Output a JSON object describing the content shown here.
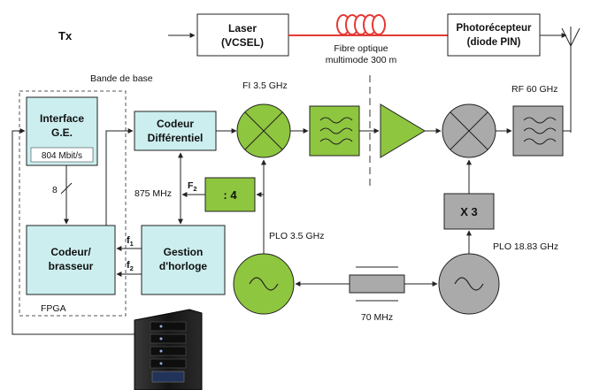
{
  "labels": {
    "tx": "Tx",
    "laser_line1": "Laser",
    "laser_line2": "(VCSEL)",
    "fiber_line1": "Fibre optique",
    "fiber_line2": "multimode 300 m",
    "photo_line1": "Photorécepteur",
    "photo_line2": "(diode PIN)",
    "baseband": "Bande de base",
    "fi": "FI 3.5 GHz",
    "rf": "RF 60 GHz",
    "interface_line1": "Interface",
    "interface_line2": "G.E.",
    "rate": "804 Mbit/s",
    "bus_width": "8",
    "encoder_line1": "Codeur",
    "encoder_line2": "Différentiel",
    "freq_875": "875 MHz",
    "f2_label": "F",
    "f2_sub": "2",
    "divider": ": 4",
    "multiplier": "X 3",
    "coder_line1": "Codeur/",
    "coder_line2": "brasseur",
    "f1_label": "f",
    "f1_sub": "1",
    "f2b_label": "f",
    "f2b_sub": "2",
    "clock_line1": "Gestion",
    "clock_line2": "d'horloge",
    "plo35": "PLO 3.5 GHz",
    "plo1883": "PLO 18.83 GHz",
    "freq_70": "70 MHz",
    "fpga": "FPGA"
  },
  "colors": {
    "green": "#8ec63f",
    "cyan": "#cceeef",
    "gray": "#aaaaaa",
    "red": "#e53935",
    "line": "#222222"
  }
}
